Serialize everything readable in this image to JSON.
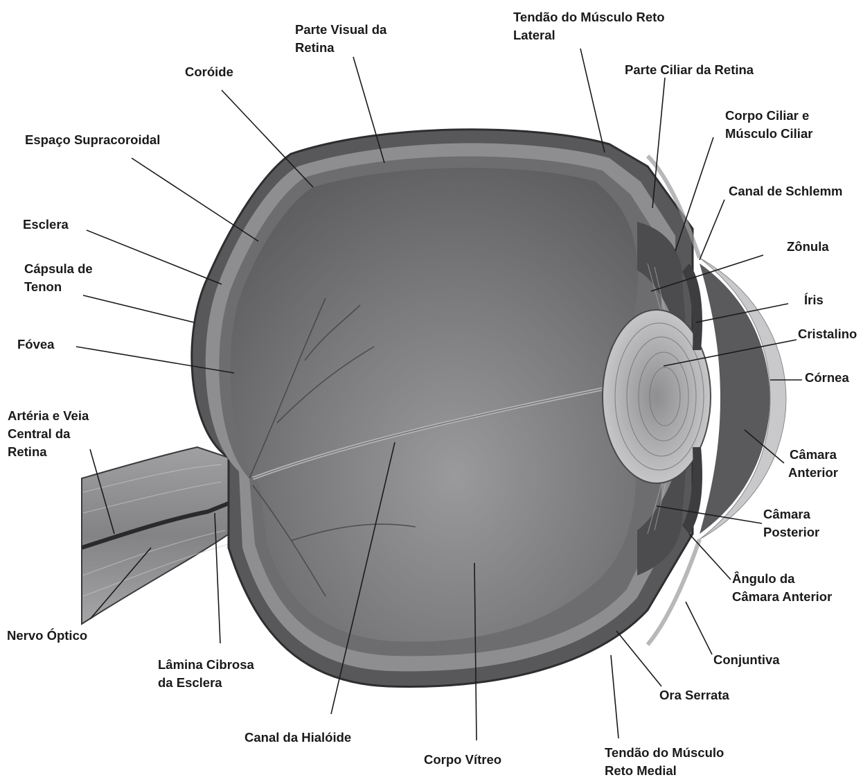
{
  "labels": {
    "parte_visual": [
      "Parte Visual da",
      "Retina"
    ],
    "tendao_lateral": [
      "Tendão do Músculo Reto",
      "Lateral"
    ],
    "coroide": [
      "Coróide"
    ],
    "parte_ciliar": [
      "Parte Ciliar da Retina"
    ],
    "corpo_ciliar": [
      "Corpo Ciliar e",
      "Músculo Ciliar"
    ],
    "espaco_supracoroidal": [
      "Espaço Supracoroidal"
    ],
    "canal_schlemm": [
      "Canal de Schlemm"
    ],
    "esclera": [
      "Esclera"
    ],
    "zonula": [
      "Zônula"
    ],
    "capsula_tenon": [
      "Cápsula de",
      "Tenon"
    ],
    "iris": [
      "Íris"
    ],
    "fovea": [
      "Fóvea"
    ],
    "cristalino": [
      "Cristalino"
    ],
    "cornea": [
      "Córnea"
    ],
    "arteria_veia": [
      "Artéria e Veia",
      "Central da",
      "Retina"
    ],
    "camara_anterior": [
      "Câmara",
      "Anterior"
    ],
    "camara_posterior": [
      "Câmara",
      "Posterior"
    ],
    "angulo": [
      "Ângulo da",
      "Câmara Anterior"
    ],
    "nervo_optico": [
      "Nervo Óptico"
    ],
    "conjuntiva": [
      "Conjuntiva"
    ],
    "lamina_cibrosa": [
      "Lâmina Cibrosa",
      "da Esclera"
    ],
    "ora_serrata": [
      "Ora Serrata"
    ],
    "canal_hialoide": [
      "Canal da Hialóide"
    ],
    "corpo_vitreo": [
      "Corpo Vítreo"
    ],
    "tendao_medial": [
      "Tendão do Músculo",
      "Reto Medial"
    ]
  },
  "colors": {
    "vitreous": "#6f6f72",
    "vitreous_light": "#8a8a8d",
    "sclera": "#5a5a5c",
    "choroid": "#4a4a4c",
    "retina": "#9a9a9c",
    "lens": "#b8b8ba",
    "cornea": "#c4c4c6",
    "nerve": "#7b7b7d",
    "leader": "#1a1a1a"
  }
}
